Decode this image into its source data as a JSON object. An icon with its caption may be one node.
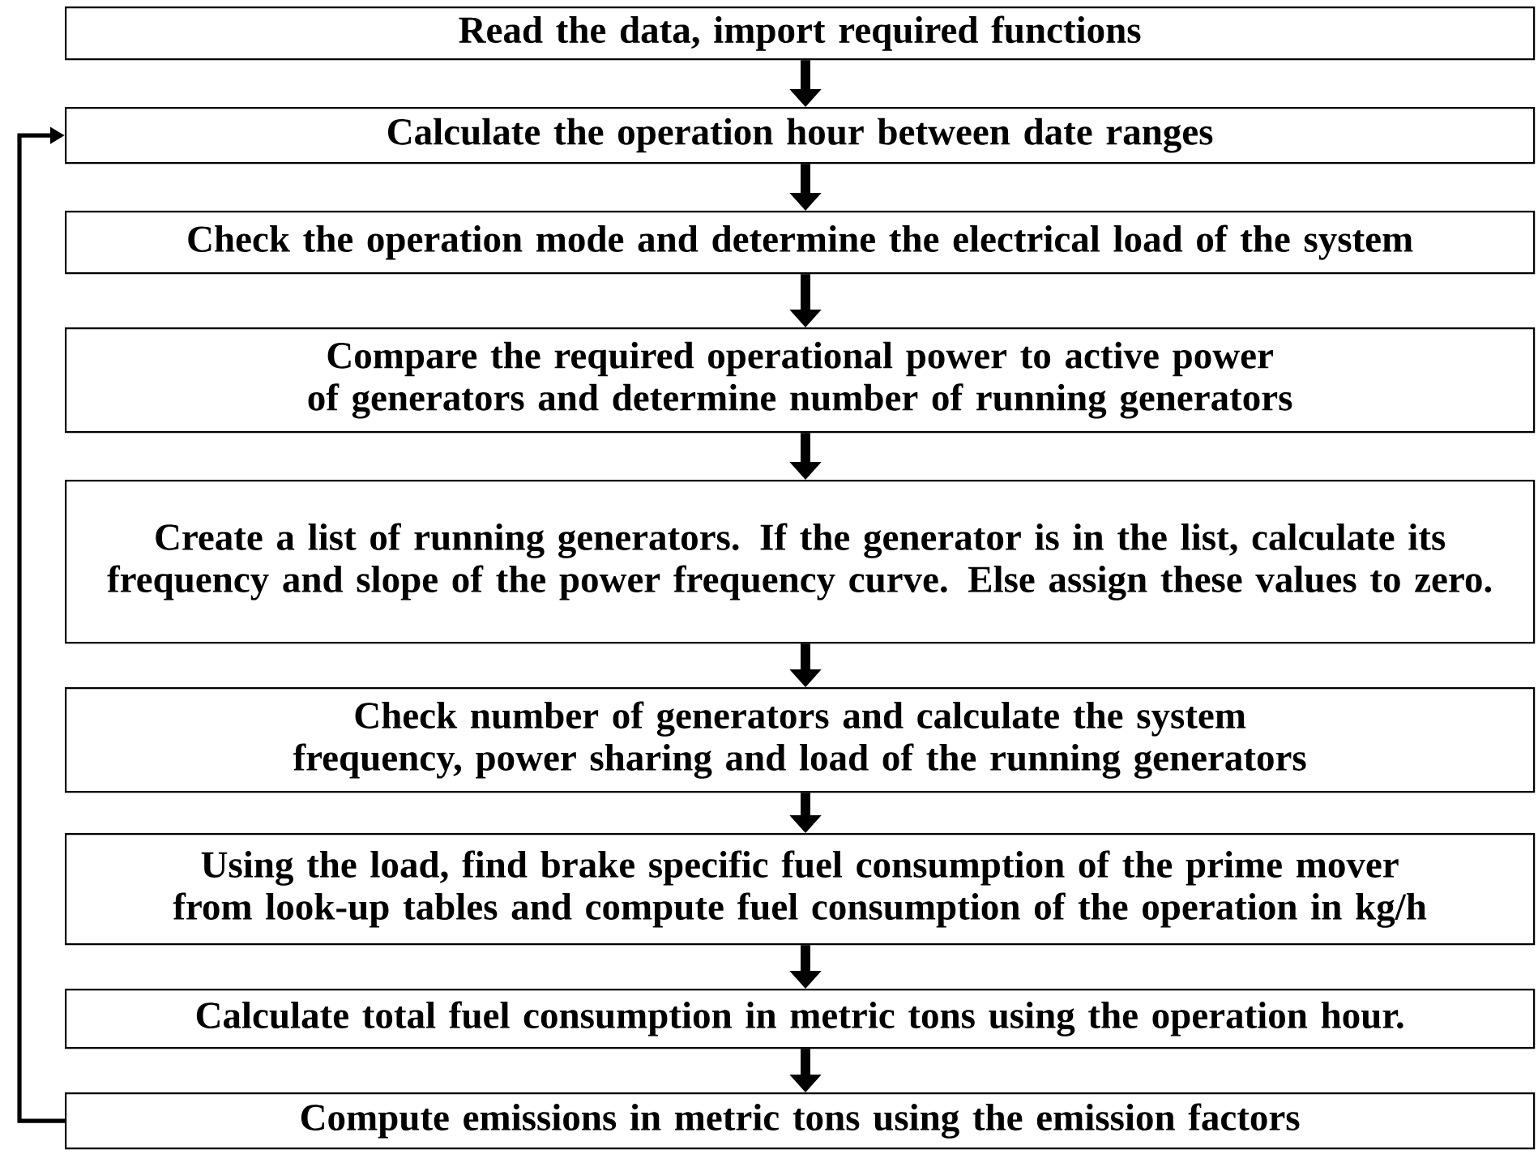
{
  "diagram": {
    "nodes": [
      {
        "text": [
          "Read the data, import required functions"
        ]
      },
      {
        "text": [
          "Calculate the operation hour between date ranges"
        ]
      },
      {
        "text": [
          "Check the operation mode and determine the electrical load of the system"
        ]
      },
      {
        "text": [
          "Compare the required operational power to active power of generators and determine number of running generators"
        ]
      },
      {
        "text": [
          "Create a list of running generators. If the generator is in the list, calculate its frequency and slope of the power frequency curve. Else assign these values to zero."
        ]
      },
      {
        "text": [
          "Check number of generators and calculate the system frequency, power sharing and load of the running generators"
        ]
      },
      {
        "text": [
          "Using the load, find brake specific fuel consumption of the prime mover from look-up tables and compute fuel consumption of the operation in kg/h"
        ]
      },
      {
        "text": [
          "Calculate total fuel consumption in metric tons using the operation hour."
        ]
      },
      {
        "text": [
          "Compute emissions in metric tons using the emission factors"
        ]
      }
    ],
    "edges": [
      {
        "from": 0,
        "to": 1,
        "arrow": "to"
      },
      {
        "from": 1,
        "to": 2,
        "arrow": "to"
      },
      {
        "from": 2,
        "to": 3,
        "arrow": "to"
      },
      {
        "from": 3,
        "to": 4,
        "arrow": "to"
      },
      {
        "from": 4,
        "to": 5,
        "arrow": "to"
      },
      {
        "from": 5,
        "to": 6,
        "arrow": "to"
      },
      {
        "from": 6,
        "to": 7,
        "arrow": "to"
      },
      {
        "from": 7,
        "to": 8,
        "arrow": "to"
      },
      {
        "from": 8,
        "to": 1,
        "arrow": "to"
      }
    ]
  }
}
